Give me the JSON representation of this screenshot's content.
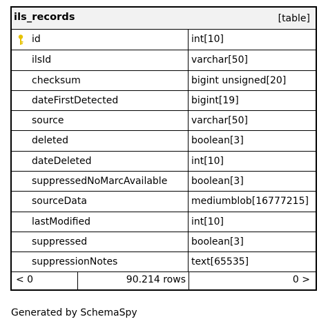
{
  "table": {
    "name": "ils_records",
    "type_label": "[table]",
    "columns": [
      {
        "name": "id",
        "type": "int[10]",
        "primary_key": true
      },
      {
        "name": "ilsId",
        "type": "varchar[50]",
        "primary_key": false
      },
      {
        "name": "checksum",
        "type": "bigint unsigned[20]",
        "primary_key": false
      },
      {
        "name": "dateFirstDetected",
        "type": "bigint[19]",
        "primary_key": false
      },
      {
        "name": "source",
        "type": "varchar[50]",
        "primary_key": false
      },
      {
        "name": "deleted",
        "type": "boolean[3]",
        "primary_key": false
      },
      {
        "name": "dateDeleted",
        "type": "int[10]",
        "primary_key": false
      },
      {
        "name": "suppressedNoMarcAvailable",
        "type": "boolean[3]",
        "primary_key": false
      },
      {
        "name": "sourceData",
        "type": "mediumblob[16777215]",
        "primary_key": false
      },
      {
        "name": "lastModified",
        "type": "int[10]",
        "primary_key": false
      },
      {
        "name": "suppressed",
        "type": "boolean[3]",
        "primary_key": false
      },
      {
        "name": "suppressionNotes",
        "type": "text[65535]",
        "primary_key": false
      }
    ],
    "footer": {
      "parents": "< 0",
      "row_count": "90.214 rows",
      "children": "0 >"
    }
  },
  "key_icon": "primary-key-icon",
  "key_icon_color": "#e6c200",
  "generated_by": "Generated by SchemaSpy"
}
